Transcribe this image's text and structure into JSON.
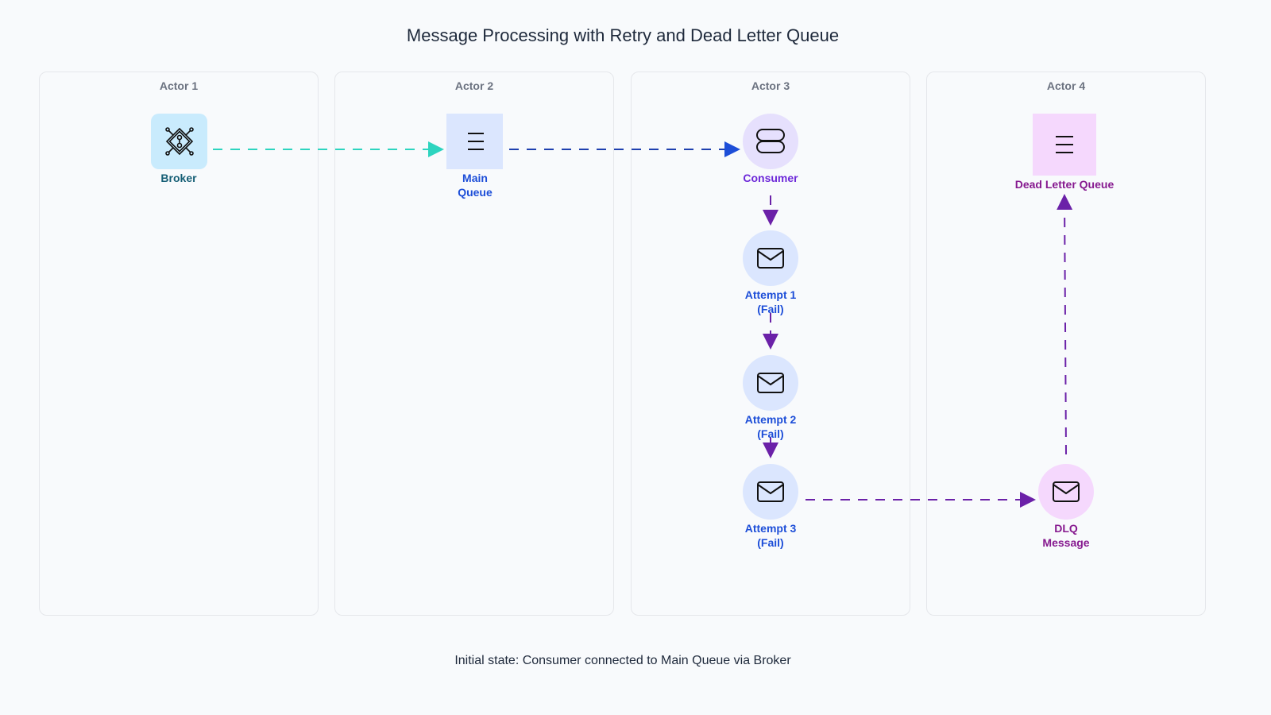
{
  "title": "Message Processing with Retry and Dead Letter Queue",
  "lanes": [
    "Actor 1",
    "Actor 2",
    "Actor 3",
    "Actor 4"
  ],
  "nodes": {
    "broker": {
      "label": "Broker",
      "icon": "broker-icon"
    },
    "main_queue": {
      "label1": "Main",
      "label2": "Queue",
      "icon": "list-icon"
    },
    "consumer": {
      "label": "Consumer",
      "icon": "server-icon"
    },
    "attempt1": {
      "label1": "Attempt 1",
      "label2": "(Fail)",
      "icon": "mail-icon"
    },
    "attempt2": {
      "label1": "Attempt 2",
      "label2": "(Fail)",
      "icon": "mail-icon"
    },
    "attempt3": {
      "label1": "Attempt 3",
      "label2": "(Fail)",
      "icon": "mail-icon"
    },
    "dlq": {
      "label": "Dead Letter Queue",
      "icon": "list-icon"
    },
    "dlq_message": {
      "label1": "DLQ",
      "label2": "Message",
      "icon": "mail-icon"
    }
  },
  "colors": {
    "teal": "#2dd4bf",
    "blue": "#1e40af",
    "purple": "#6b21a8"
  },
  "caption": "Initial state: Consumer connected to Main Queue via Broker"
}
